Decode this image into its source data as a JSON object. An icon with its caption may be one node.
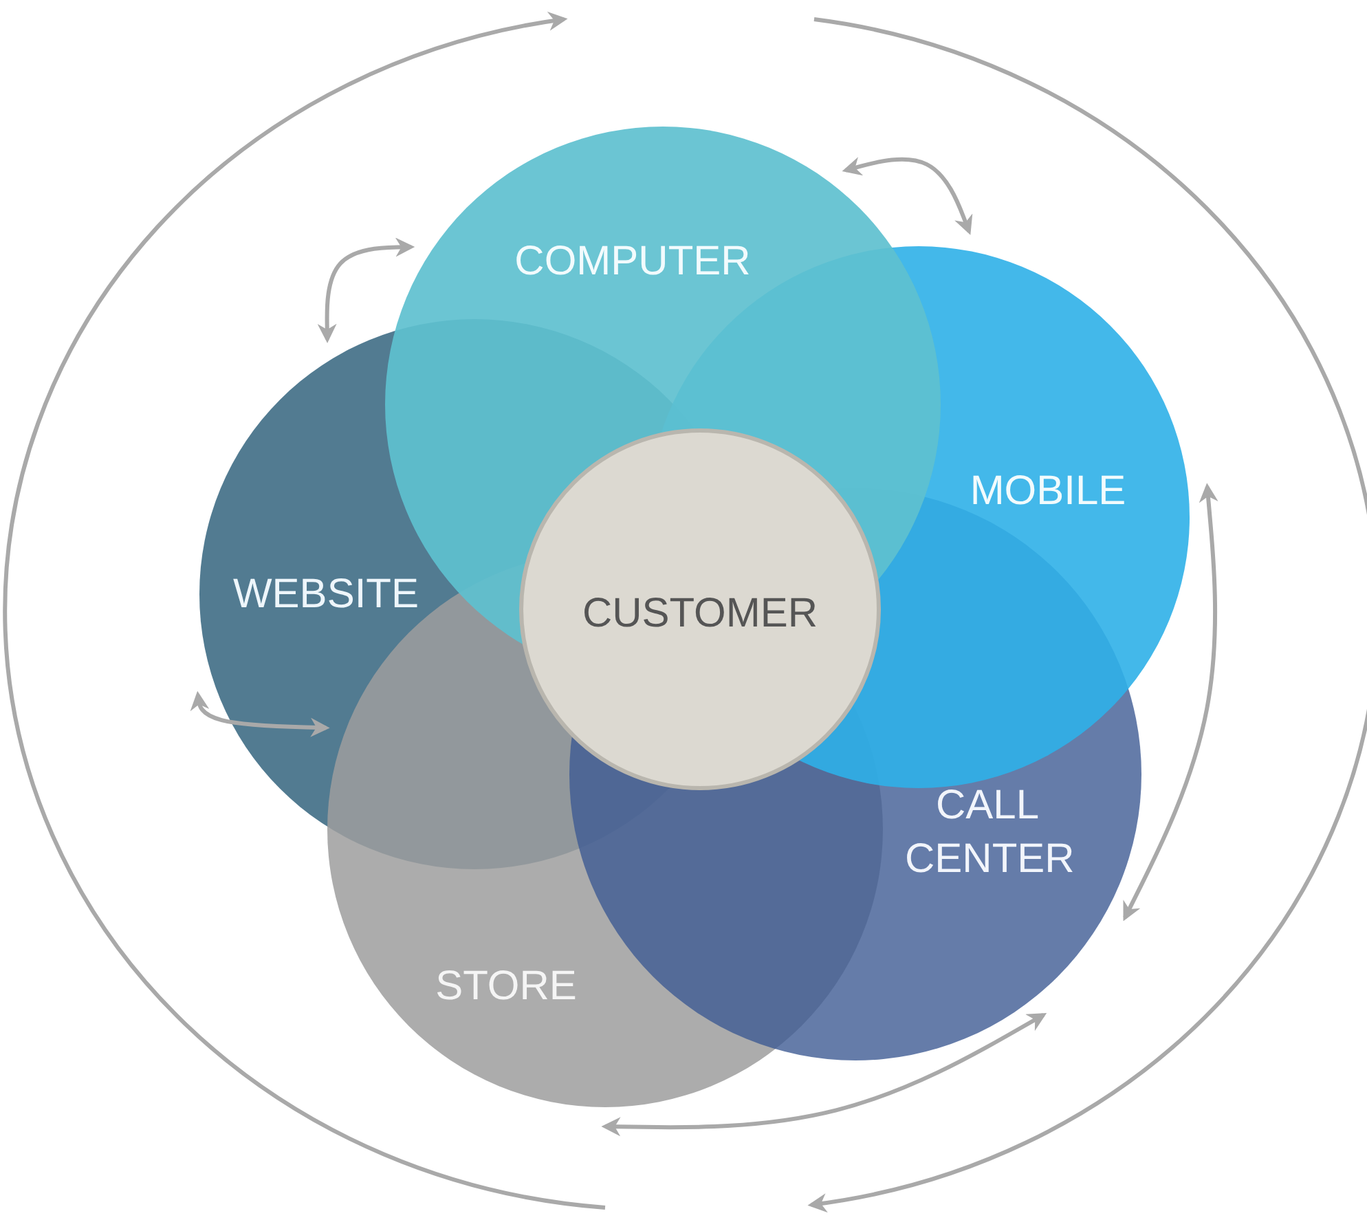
{
  "diagram": {
    "nodes": [
      {
        "text": [
          "COMPUTER"
        ]
      },
      {
        "text": [
          "MOBILE"
        ]
      },
      {
        "text": [
          "CALL CENTER"
        ]
      },
      {
        "text": [
          "STORE"
        ]
      },
      {
        "text": [
          "WEBSITE"
        ]
      },
      {
        "text": [
          "CUSTOMER"
        ]
      }
    ],
    "edges": [
      {
        "from": 4,
        "to": 0,
        "arrow": "both"
      },
      {
        "from": 0,
        "to": 1,
        "arrow": "both"
      },
      {
        "from": 1,
        "to": 2,
        "arrow": "both"
      },
      {
        "from": 2,
        "to": 3,
        "arrow": "both"
      },
      {
        "from": 3,
        "to": 4,
        "arrow": "both"
      }
    ]
  }
}
